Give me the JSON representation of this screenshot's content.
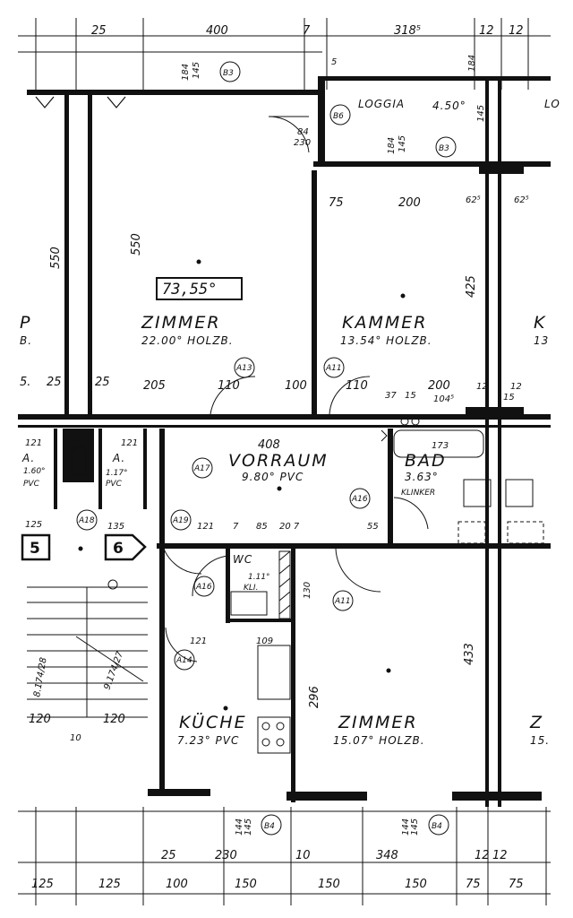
{
  "rooms": {
    "zimmer1": {
      "name": "ZIMMER",
      "info": "22.00° HOLZB."
    },
    "kammer": {
      "name": "KAMMER",
      "info": "13.54° HOLZB."
    },
    "vorraum": {
      "name": "VORRAUM",
      "info": "9.80° PVC"
    },
    "bad": {
      "name": "BAD",
      "info": "3.63°",
      "floor": "KLINKER"
    },
    "wc": {
      "name": "WC",
      "info": "1.11°",
      "floor": "KLI."
    },
    "kueche": {
      "name": "KÜCHE",
      "info": "7.23° PVC"
    },
    "zimmer2": {
      "name": "ZIMMER",
      "info": "15.07° HOLZB."
    },
    "loggia": {
      "name": "LOGGIA",
      "area": "4.50°"
    },
    "left_a1": {
      "name": "A.",
      "info": "1.60°",
      "floor": "PVC"
    },
    "left_a2": {
      "name": "A.",
      "info": "1.17°",
      "floor": "PVC"
    },
    "edge_p": {
      "name": "P",
      "info": "B."
    },
    "edge_k": {
      "name": "K",
      "info": "13"
    },
    "edge_z": {
      "name": "Z",
      "info": "15."
    },
    "edge_lo": {
      "name": "LO"
    }
  },
  "total_area": "73,55°",
  "units": {
    "left": "5",
    "right": "6"
  },
  "top_dims": [
    "25",
    "400",
    "7",
    "318⁵",
    "12",
    "12"
  ],
  "bottom_dims_row1": [
    "25",
    "230",
    "10",
    "348",
    "12",
    "12"
  ],
  "bottom_dims_row2": [
    "125",
    "125",
    "100",
    "150",
    "150",
    "150",
    "75",
    "75"
  ],
  "interior_dims": {
    "d550a": "550",
    "d550b": "550",
    "d425": "425",
    "d433": "433",
    "d296": "296",
    "d130": "130",
    "d25a": "25",
    "d25b": "25",
    "d205": "205",
    "d110a": "110",
    "d100": "100",
    "d110b": "110",
    "d200a": "200",
    "d200b": "200",
    "d75": "75",
    "d62a": "62⁵",
    "d62b": "62⁵",
    "d408": "408",
    "d121a": "121",
    "d121b": "121",
    "d121c": "121",
    "d121d": "121",
    "d109": "109",
    "d85a": "85",
    "d207": "20 7",
    "d7": "7",
    "d173": "173",
    "d55": "55",
    "d135": "135",
    "d125": "125",
    "d184a": "184",
    "d145a": "145",
    "d184b": "184",
    "d145b": "145",
    "d184c": "184",
    "d145c": "145",
    "d84": "84",
    "d230": "230",
    "d120a": "120",
    "d120b": "120",
    "d10": "10",
    "d5a": "5.",
    "d5b": "5",
    "d37": "37",
    "d15": "15",
    "d104": "104⁵",
    "d12a": "12",
    "d12b": "12",
    "d15b": "15",
    "d144a": "144",
    "d145d": "145",
    "d144b": "144",
    "d145e": "145"
  },
  "tags": {
    "b3a": "B3",
    "b3b": "B3",
    "b6": "B6",
    "b4a": "B4",
    "b4b": "B4",
    "a13": "A13",
    "a11a": "A11",
    "a11b": "A11",
    "a17": "A17",
    "a16a": "A16",
    "a16b": "A16",
    "a19": "A19",
    "a14": "A14",
    "a18": "A18"
  },
  "stair": {
    "label1": "8.174/28",
    "label2": "9.174/27"
  }
}
